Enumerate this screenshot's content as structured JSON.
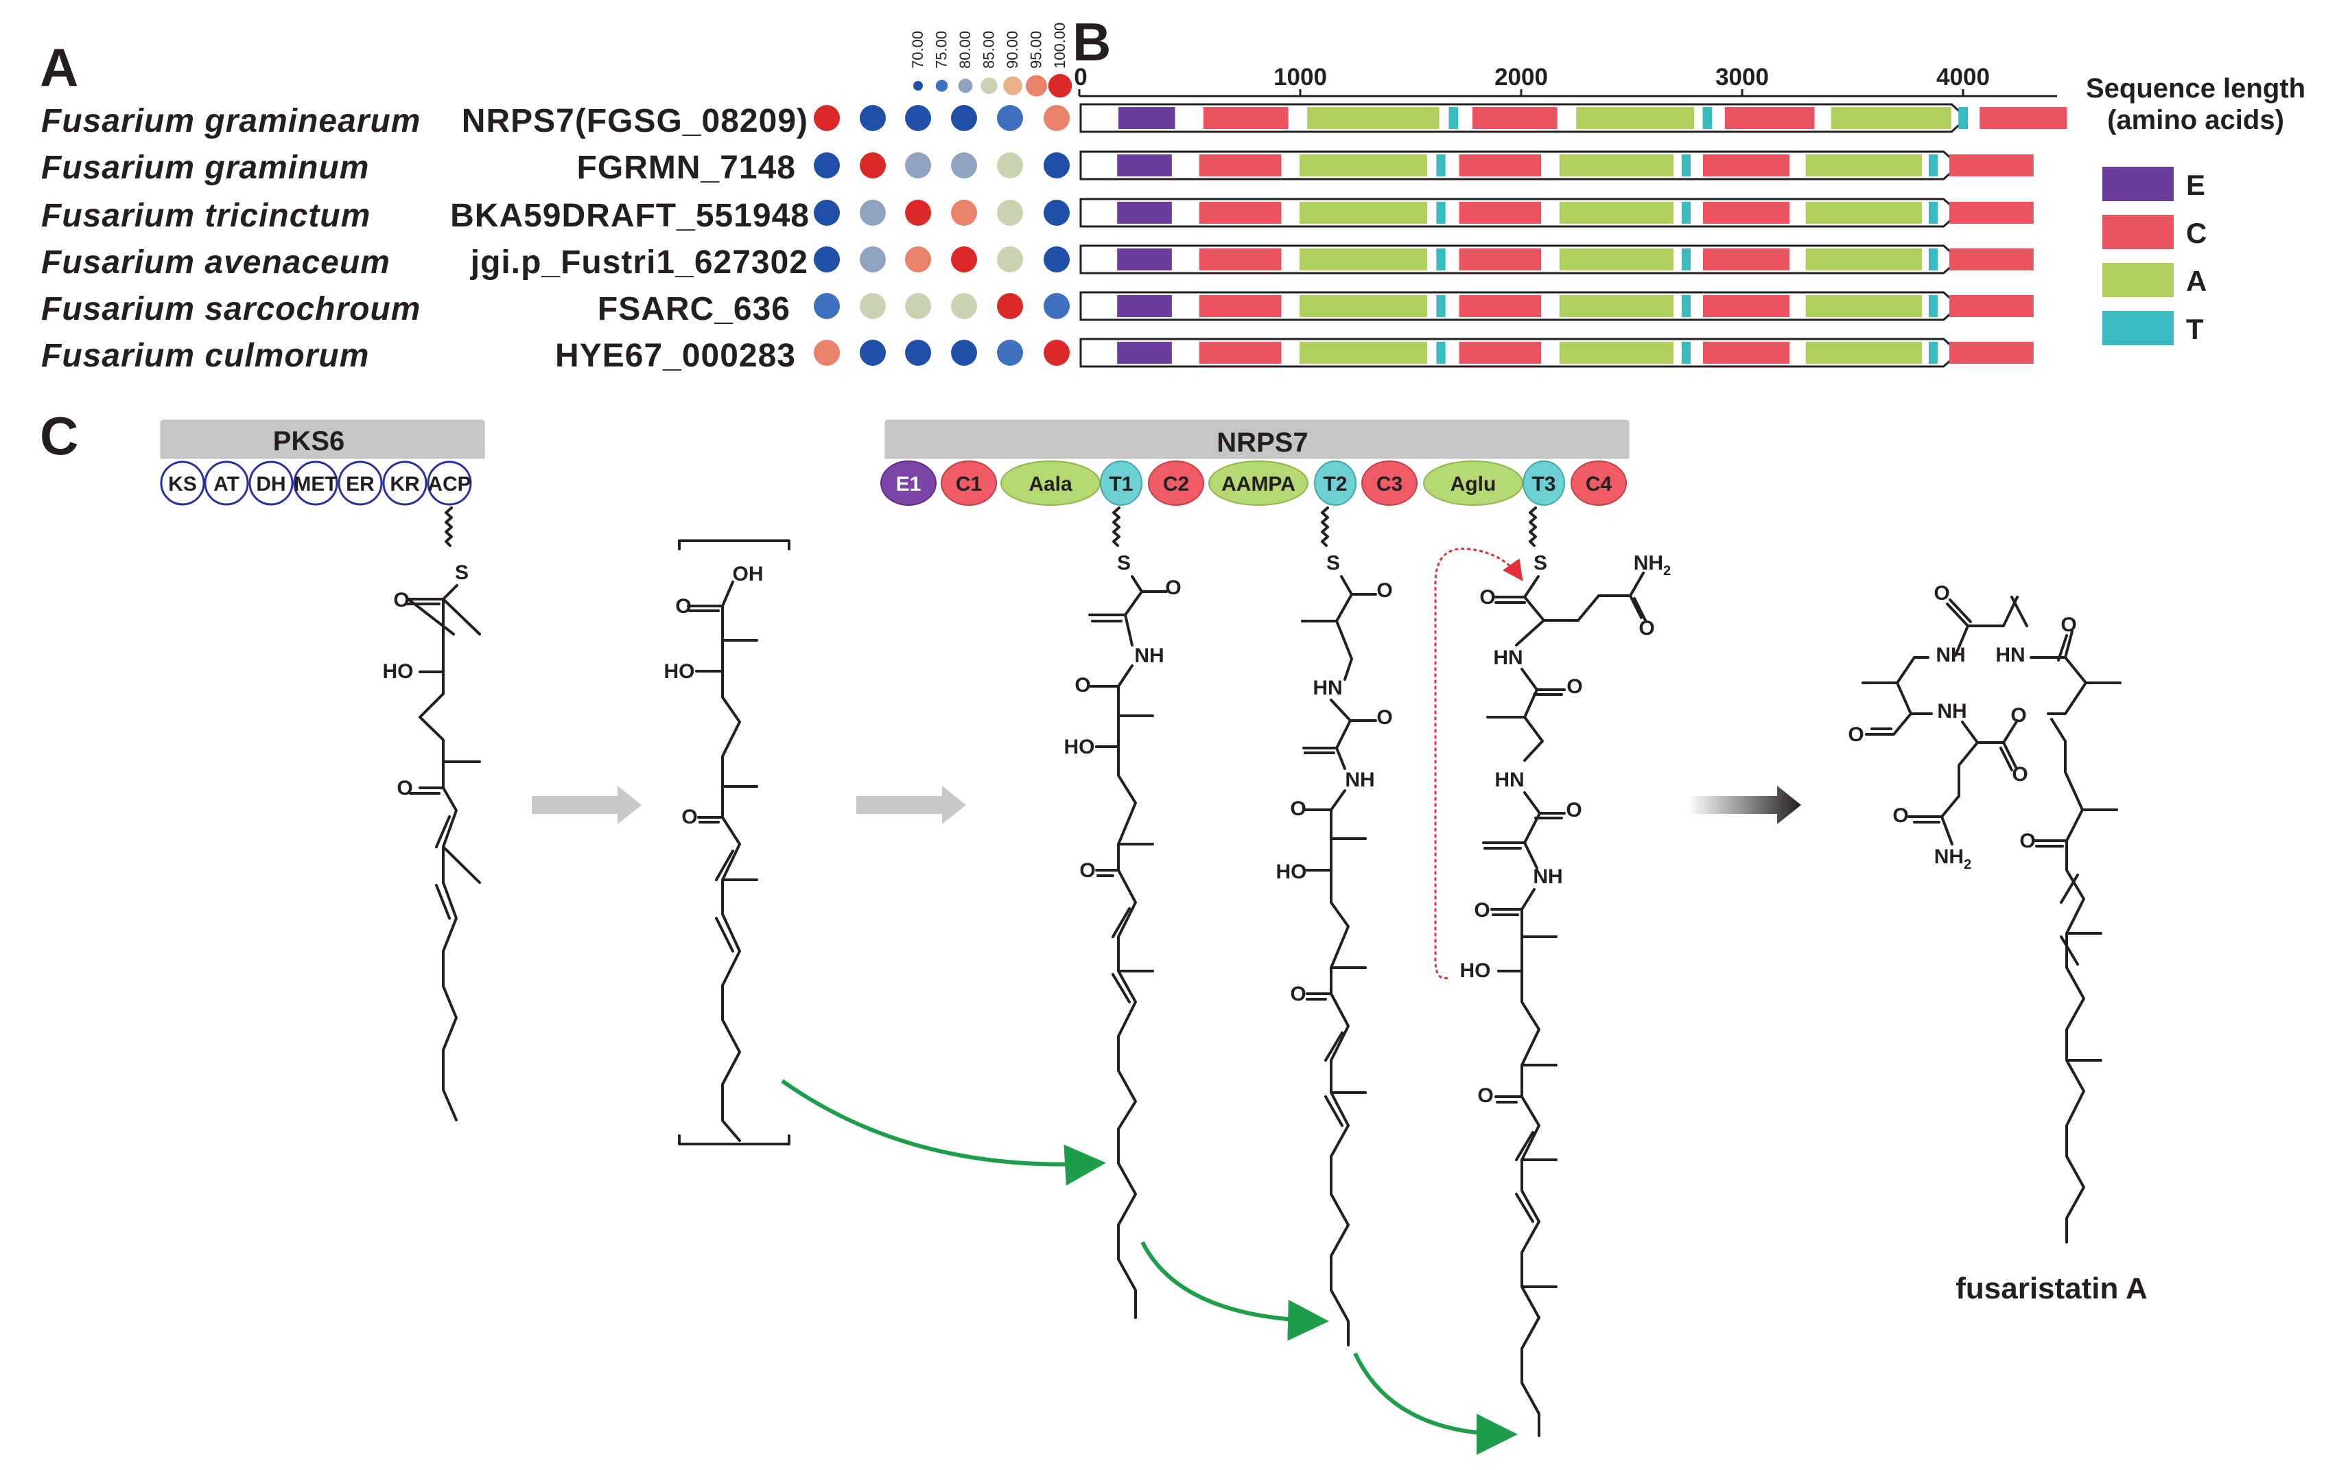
{
  "panel_labels": {
    "a": "A",
    "b": "B",
    "c": "C"
  },
  "panel_a": {
    "scale_labels": [
      "70.00",
      "75.00",
      "80.00",
      "85.00",
      "90.00",
      "95.00",
      "100.00"
    ],
    "scale_colors": [
      "#1f4fa6",
      "#3f6fbf",
      "#8fa3be",
      "#c9d2b1",
      "#eab089",
      "#e8826a",
      "#db2828"
    ],
    "rows": [
      {
        "species": "Fusarium graminearum",
        "gene": "NRPS7(FGSG_08209)",
        "identity": [
          100,
          70,
          70,
          70,
          75,
          95
        ]
      },
      {
        "species": "Fusarium graminum",
        "gene": "FGRMN_7148",
        "identity": [
          70,
          100,
          80,
          80,
          85,
          70
        ]
      },
      {
        "species": "Fusarium tricinctum",
        "gene": "BKA59DRAFT_551948",
        "identity": [
          70,
          80,
          100,
          95,
          85,
          70
        ]
      },
      {
        "species": "Fusarium avenaceum",
        "gene": "jgi.p_Fustri1_627302",
        "identity": [
          70,
          80,
          95,
          100,
          85,
          70
        ]
      },
      {
        "species": "Fusarium sarcochroum",
        "gene": "FSARC_636",
        "identity": [
          75,
          85,
          85,
          85,
          100,
          75
        ]
      },
      {
        "species": "Fusarium  culmorum",
        "gene": "HYE67_000283",
        "identity": [
          95,
          70,
          70,
          70,
          75,
          100
        ]
      }
    ]
  },
  "panel_b": {
    "axis_ticks": [
      "0",
      "1000",
      "2000",
      "3000",
      "4000"
    ],
    "axis_title_line1": "Sequence length",
    "axis_title_line2": "(amino acids)",
    "legend": [
      {
        "label": "E",
        "color": "#6a3d9a"
      },
      {
        "label": "C",
        "color": "#ea5360"
      },
      {
        "label": "A",
        "color": "#afd15b"
      },
      {
        "label": "T",
        "color": "#38bcc0"
      }
    ]
  },
  "panel_c": {
    "pks_title": "PKS6",
    "pks_domains": [
      "KS",
      "AT",
      "DH",
      "MET",
      "ER",
      "KR",
      "ACP"
    ],
    "nrps_title": "NRPS7",
    "nrps_domains": [
      {
        "label": "E1",
        "type": "E"
      },
      {
        "label": "C1",
        "type": "C"
      },
      {
        "label": "Aala",
        "type": "A"
      },
      {
        "label": "T1",
        "type": "T"
      },
      {
        "label": "C2",
        "type": "C"
      },
      {
        "label": "AAMPA",
        "type": "A"
      },
      {
        "label": "T2",
        "type": "T"
      },
      {
        "label": "C3",
        "type": "C"
      },
      {
        "label": "Aglu",
        "type": "A"
      },
      {
        "label": "T3",
        "type": "T"
      },
      {
        "label": "C4",
        "type": "C"
      }
    ],
    "atoms": {
      "s": "S",
      "o": "O",
      "oh": "OH",
      "ho": "HO",
      "nh": "NH",
      "hn": "HN",
      "nh2": "NH",
      "nh2_sub": "2"
    },
    "product_name": "fusaristatin A"
  }
}
